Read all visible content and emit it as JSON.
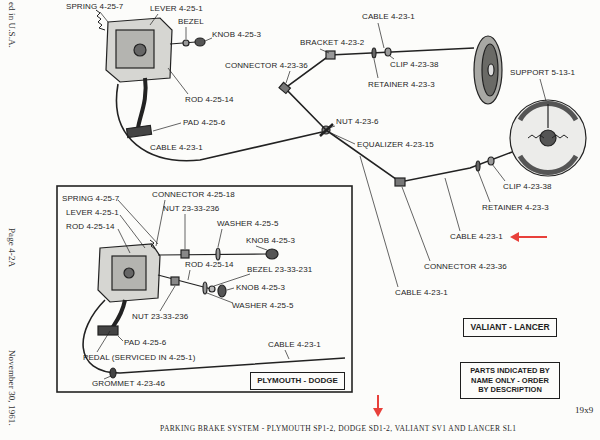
{
  "diagram": {
    "caption": "PARKING BRAKE SYSTEM - PLYMOUTH SP1-2, DODGE SD1-2, VALIANT SV1 AND LANCER SL1",
    "nodes": [
      {
        "text": [
          "VALIANT - LANCER"
        ]
      },
      {
        "text": [
          "PARTS INDICATED BY NAME ONLY - ORDER BY DESCRIPTION"
        ]
      },
      {
        "text": [
          "PLYMOUTH - DODGE"
        ]
      }
    ],
    "labels": [
      "ed in U.S.A.",
      "SPRING 4-25-7",
      "LEVER 4-25-1",
      "BEZEL",
      "KNOB 4-25-3",
      "CONNECTOR 4-23-36",
      "BRACKET 4-23-2",
      "CABLE 4-23-1",
      "CLIP 4-23-38",
      "RETAINER 4-23-3",
      "ROD 4-25-14",
      "SUPPORT 5-13-1",
      "PAD 4-25-6",
      "NUT 4-23-6",
      "CABLE 4-23-1",
      "EQUALIZER 4-23-15",
      "CLIP 4-23-38",
      "RETAINER 4-23-3",
      "CABLE 4-23-1",
      "CONNECTOR 4-23-36",
      "CABLE 4-23-1",
      "SPRING 4-25-7",
      "CONNECTOR 4-25-18",
      "NUT 23-33-236",
      "LEVER 4-25-1",
      "WASHER 4-25-5",
      "ROD 4-25-14",
      "KNOB 4-25-3",
      "Page 4-2A",
      "ROD 4-25-14",
      "BEZEL 23-33-231",
      "KNOB 4-25-3",
      "WASHER 4-25-5",
      "NUT 23-33-236",
      "PAD 4-25-6",
      "CABLE 4-23-1",
      "PEDAL (SERVICED IN 4-25-1)",
      "November 30, 1961.",
      "GROMMET 4-23-46",
      "19x9"
    ]
  }
}
